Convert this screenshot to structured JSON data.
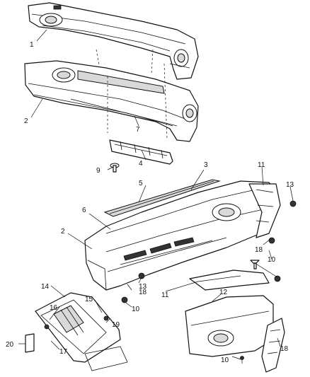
{
  "callouts": [
    {
      "id": "c1",
      "text": "1"
    },
    {
      "id": "c2a",
      "text": "2"
    },
    {
      "id": "c7",
      "text": "7"
    },
    {
      "id": "c9",
      "text": "9"
    },
    {
      "id": "c4",
      "text": "4"
    },
    {
      "id": "c3",
      "text": "3"
    },
    {
      "id": "c5",
      "text": "5"
    },
    {
      "id": "c11a",
      "text": "11"
    },
    {
      "id": "c13a",
      "text": "13"
    },
    {
      "id": "c6",
      "text": "6"
    },
    {
      "id": "c2b",
      "text": "2"
    },
    {
      "id": "c18a",
      "text": "18"
    },
    {
      "id": "c10a",
      "text": "10"
    },
    {
      "id": "c13b",
      "text": "13"
    },
    {
      "id": "c18b",
      "text": "18"
    },
    {
      "id": "c10b",
      "text": "10"
    },
    {
      "id": "c11b",
      "text": "11"
    },
    {
      "id": "c12",
      "text": "12"
    },
    {
      "id": "c14",
      "text": "14"
    },
    {
      "id": "c16",
      "text": "16"
    },
    {
      "id": "c15",
      "text": "15"
    },
    {
      "id": "c19",
      "text": "19"
    },
    {
      "id": "c20",
      "text": "20"
    },
    {
      "id": "c17",
      "text": "17"
    },
    {
      "id": "c18c",
      "text": "18"
    },
    {
      "id": "c10c",
      "text": "10"
    }
  ]
}
